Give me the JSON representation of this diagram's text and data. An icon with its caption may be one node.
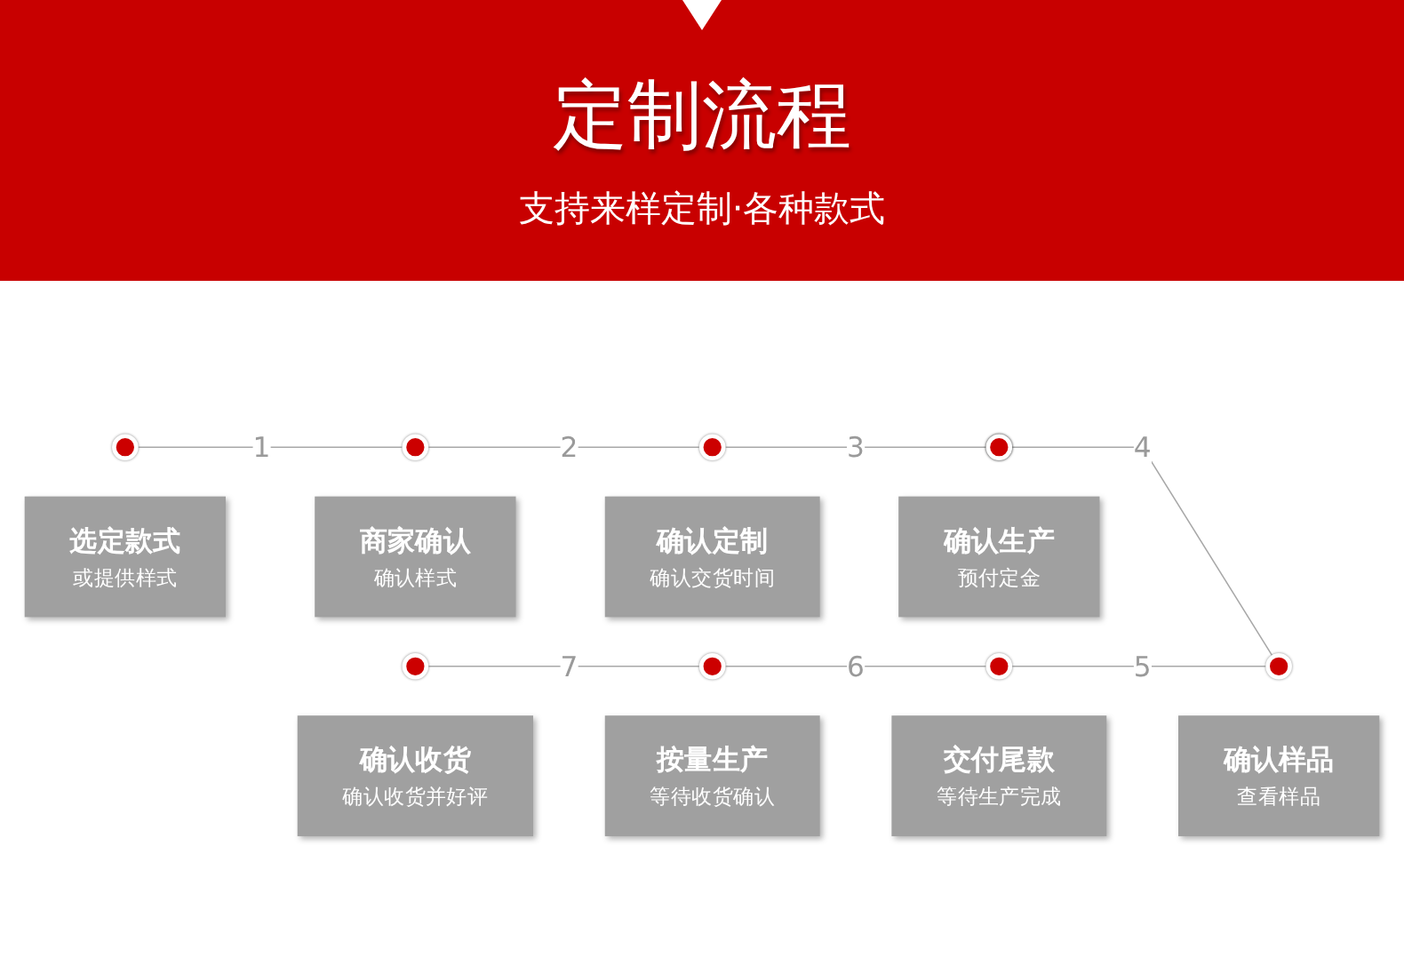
{
  "diagram": {
    "title": "定制流程",
    "nodes": [
      {
        "text": [],
        "shape": "circle"
      },
      {
        "text": [],
        "shape": "circle"
      },
      {
        "text": [],
        "shape": "circle"
      },
      {
        "text": [],
        "shape": "circle"
      },
      {
        "text": [
          "选定款式",
          "或提供样式"
        ]
      },
      {
        "text": [
          "商家确认",
          "确认样式"
        ]
      },
      {
        "text": [
          "确认定制",
          "确认交货时间"
        ]
      },
      {
        "text": [
          "确认生产",
          "预付定金"
        ]
      },
      {
        "text": [],
        "shape": "circle"
      },
      {
        "text": [],
        "shape": "circle"
      },
      {
        "text": [],
        "shape": "circle"
      },
      {
        "text": [],
        "shape": "circle"
      },
      {
        "text": [
          "确认收货",
          "确认收货并好评"
        ]
      },
      {
        "text": [
          "按量生产",
          "等待收货确认"
        ]
      },
      {
        "text": [
          "交付尾款",
          "等待生产完成"
        ]
      },
      {
        "text": [
          "确认样品",
          "查看样品"
        ]
      }
    ],
    "edges": [
      {
        "from": 0,
        "to": 1,
        "arrow": "none",
        "label": "1"
      },
      {
        "from": 1,
        "to": 2,
        "arrow": "none",
        "label": "2"
      },
      {
        "from": 2,
        "to": 3,
        "arrow": "none",
        "label": "3"
      },
      {
        "from": 3,
        "to": 11,
        "arrow": "none",
        "label": "4"
      },
      {
        "from": 10,
        "to": 11,
        "arrow": "none",
        "label": "5"
      },
      {
        "from": 9,
        "to": 10,
        "arrow": "none",
        "label": "6"
      },
      {
        "from": 8,
        "to": 9,
        "arrow": "none",
        "label": "7"
      }
    ],
    "labels": [
      "支持来样定制·各种款式"
    ]
  }
}
